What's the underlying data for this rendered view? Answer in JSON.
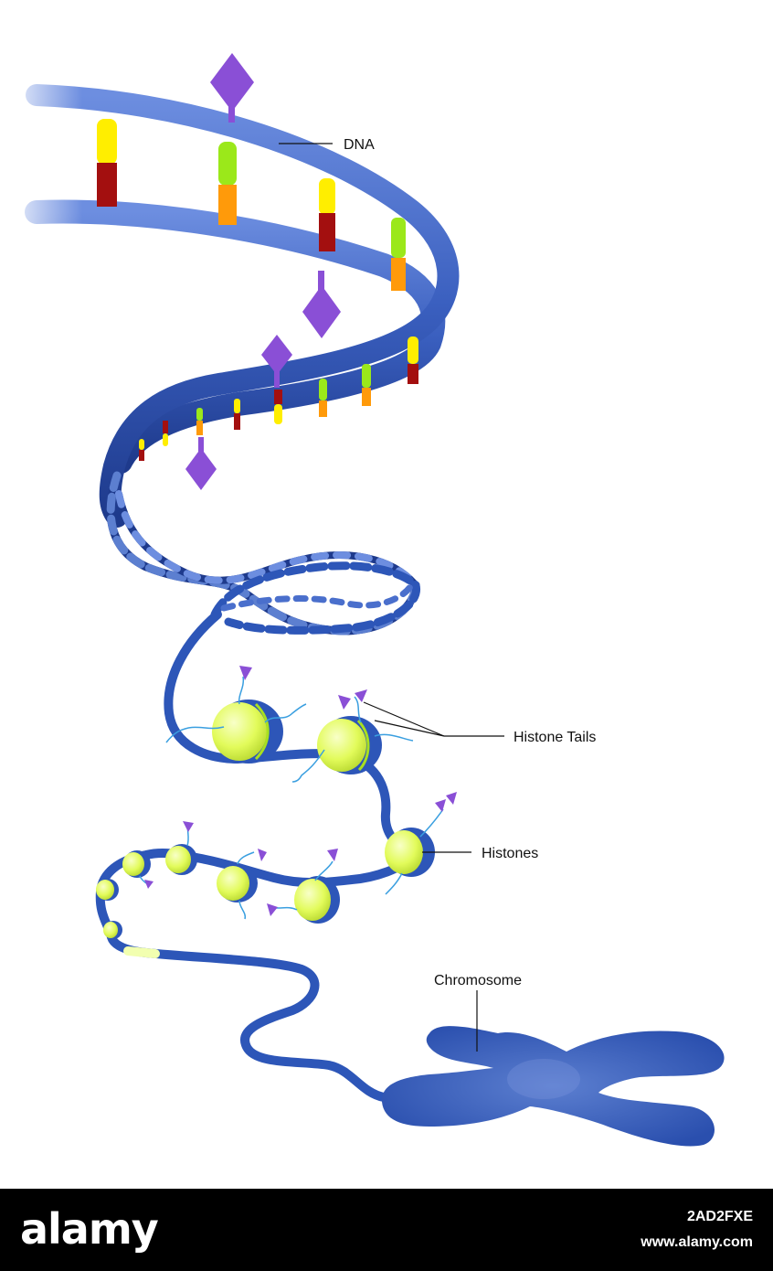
{
  "labels": {
    "dna": "DNA",
    "histone_tails": "Histone Tails",
    "histones": "Histones",
    "chromosome": "Chromosome"
  },
  "watermark": {
    "logo": "alamy",
    "image_id": "2AD2FXE",
    "url": "www.alamy.com"
  },
  "colors": {
    "dna_strand": "#3a5fbf",
    "dna_strand_dark": "#1e3a8c",
    "histone": "#e8ff6a",
    "methyl_tag": "#8a4fd6",
    "base_yellow": "#ffee00",
    "base_red": "#a30f0f",
    "base_green": "#9be81a",
    "base_orange": "#ff9a0a",
    "chromosome": "#2d56b8",
    "footer": "#000000"
  }
}
